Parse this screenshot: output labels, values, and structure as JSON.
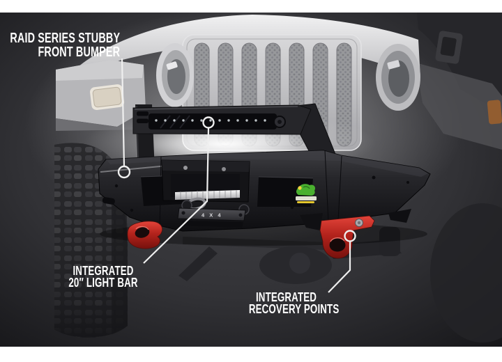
{
  "figure": {
    "type": "annotated-product-photo",
    "subject": "Jeep Wrangler front end with RAID series stubby front bumper"
  },
  "callouts": {
    "bumper": {
      "line1": "RAID SERIES STUBBY",
      "line2": "FRONT BUMPER"
    },
    "light_bar": {
      "line1": "INTEGRATED",
      "line2": "20″ LIGHT BAR"
    },
    "recovery": {
      "line1": "INTEGRATED",
      "line2": "RECOVERY POINTS"
    }
  },
  "product": {
    "fairlead_text": "4 X 4"
  },
  "colors": {
    "frame_white": "#ffffff",
    "label_text": "#ffffff",
    "leader_line": "#efefef",
    "photo_background_center": "#424246",
    "photo_background_edge": "#161619",
    "bumper_black": "#1b1b1e",
    "recovery_point_red": "#c23128",
    "badge_green": "#4ab02f",
    "badge_yellow": "#e5c72e",
    "ghost_body_gray": "#c9c9cb"
  }
}
